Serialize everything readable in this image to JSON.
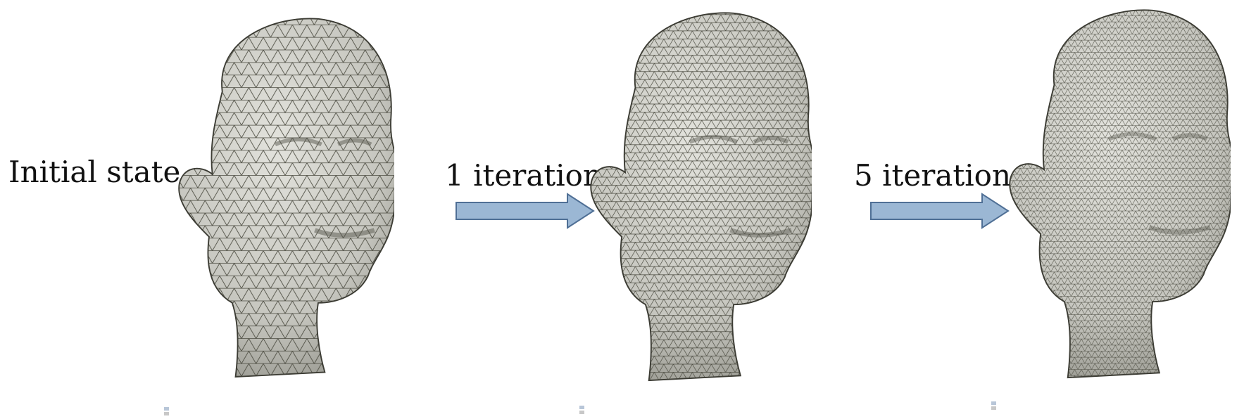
{
  "labels": {
    "initial": "Initial state",
    "step1": "1 iteration",
    "step5": "5 iterations"
  },
  "colors": {
    "arrow_fill": "#9bb7d4",
    "arrow_stroke": "#4f6f95",
    "mesh_fill": "#c9c9c2",
    "mesh_line": "#4a4a3f"
  },
  "meshes": [
    {
      "name": "initial",
      "density": "coarse"
    },
    {
      "name": "1 iteration",
      "density": "medium"
    },
    {
      "name": "5 iterations",
      "density": "fine"
    }
  ]
}
